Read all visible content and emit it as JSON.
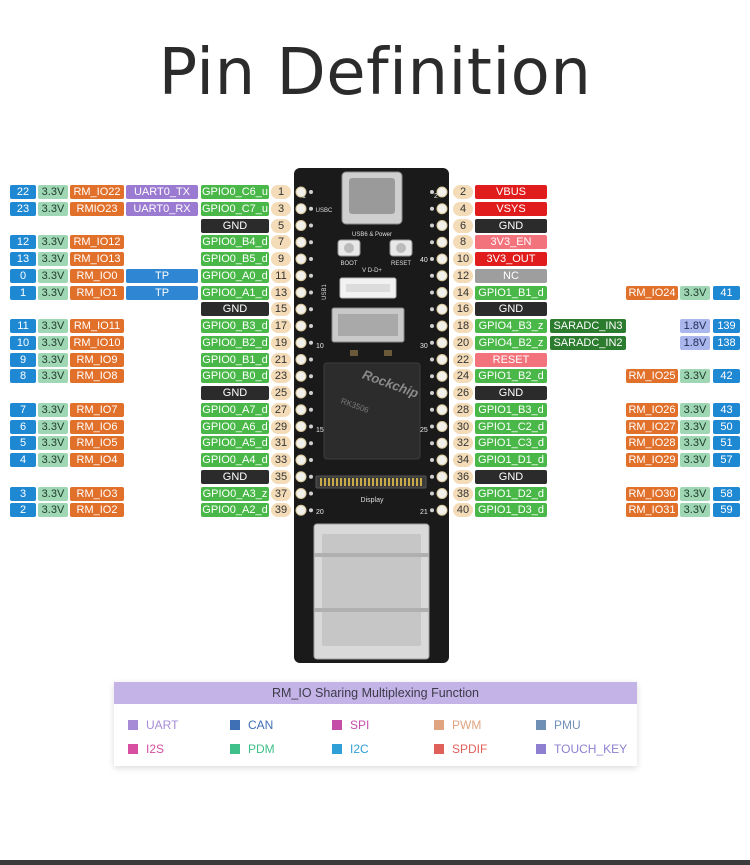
{
  "page": {
    "title": "Pin Definition"
  },
  "board": {
    "usb_label": "USB6 & Power",
    "usb1": "USB1",
    "usbc": "USBC",
    "boot": "BOOT",
    "reset": "RESET",
    "vdd": "V D-D+",
    "chip_brand": "Rockchip",
    "chip_model": "RK3506",
    "display": "Display",
    "edge_labels": [
      "1",
      "2",
      "10",
      "15",
      "20",
      "21",
      "40",
      "30",
      "25"
    ]
  },
  "colors": {
    "num": "#1f88d3",
    "v33": "#9fd7b4",
    "rm": "#e1702a",
    "uart": "#9b7bd1",
    "gpio": "#49b848",
    "gnd": "#2b2b2b",
    "vbus": "#e01c1c",
    "adc": "#2b7c2e"
  },
  "left_pins": [
    {
      "pin": "1",
      "gpio": "GPIO0_C6_u",
      "func": "UART0_TX",
      "rm": "RM_IO22",
      "v": "3.3V",
      "num": "22"
    },
    {
      "pin": "3",
      "gpio": "GPIO0_C7_u",
      "func": "UART0_RX",
      "rm": "RMIO23",
      "v": "3.3V",
      "num": "23"
    },
    {
      "pin": "5",
      "gpio": "GND"
    },
    {
      "pin": "7",
      "gpio": "GPIO0_B4_d",
      "rm": "RM_IO12",
      "v": "3.3V",
      "num": "12"
    },
    {
      "pin": "9",
      "gpio": "GPIO0_B5_d",
      "rm": "RM_IO13",
      "v": "3.3V",
      "num": "13"
    },
    {
      "pin": "11",
      "gpio": "GPIO0_A0_d",
      "func": "TP",
      "rm": "RM_IO0",
      "v": "3.3V",
      "num": "0"
    },
    {
      "pin": "13",
      "gpio": "GPIO0_A1_d",
      "func": "TP",
      "rm": "RM_IO1",
      "v": "3.3V",
      "num": "1"
    },
    {
      "pin": "15",
      "gpio": "GND"
    },
    {
      "pin": "17",
      "gpio": "GPIO0_B3_d",
      "rm": "RM_IO11",
      "v": "3.3V",
      "num": "11"
    },
    {
      "pin": "19",
      "gpio": "GPIO0_B2_d",
      "rm": "RM_IO10",
      "v": "3.3V",
      "num": "10"
    },
    {
      "pin": "21",
      "gpio": "GPIO0_B1_d",
      "rm": "RM_IO9",
      "v": "3.3V",
      "num": "9"
    },
    {
      "pin": "23",
      "gpio": "GPIO0_B0_d",
      "rm": "RM_IO8",
      "v": "3.3V",
      "num": "8"
    },
    {
      "pin": "25",
      "gpio": "GND"
    },
    {
      "pin": "27",
      "gpio": "GPIO0_A7_d",
      "rm": "RM_IO7",
      "v": "3.3V",
      "num": "7"
    },
    {
      "pin": "29",
      "gpio": "GPIO0_A6_d",
      "rm": "RM_IO6",
      "v": "3.3V",
      "num": "6"
    },
    {
      "pin": "31",
      "gpio": "GPIO0_A5_d",
      "rm": "RM_IO5",
      "v": "3.3V",
      "num": "5"
    },
    {
      "pin": "33",
      "gpio": "GPIO0_A4_d",
      "rm": "RM_IO4",
      "v": "3.3V",
      "num": "4"
    },
    {
      "pin": "35",
      "gpio": "GND"
    },
    {
      "pin": "37",
      "gpio": "GPIO0_A3_z",
      "rm": "RM_IO3",
      "v": "3.3V",
      "num": "3"
    },
    {
      "pin": "39",
      "gpio": "GPIO0_A2_d",
      "rm": "RM_IO2",
      "v": "3.3V",
      "num": "2"
    }
  ],
  "right_pins": [
    {
      "pin": "2",
      "name": "VBUS",
      "kind": "vbus"
    },
    {
      "pin": "4",
      "name": "VSYS",
      "kind": "vbus"
    },
    {
      "pin": "6",
      "name": "GND",
      "kind": "gnd"
    },
    {
      "pin": "8",
      "name": "3V3_EN",
      "kind": "v3en"
    },
    {
      "pin": "10",
      "name": "3V3_OUT",
      "kind": "vbus"
    },
    {
      "pin": "12",
      "name": "NC",
      "kind": "nc"
    },
    {
      "pin": "14",
      "name": "GPIO1_B1_d",
      "kind": "gpio",
      "rm": "RM_IO24",
      "v": "3.3V",
      "num": "41"
    },
    {
      "pin": "16",
      "name": "GND",
      "kind": "gnd"
    },
    {
      "pin": "18",
      "name": "GPIO4_B3_z",
      "kind": "gpio",
      "func": "SARADC_IN3",
      "v": "1.8V",
      "num": "139"
    },
    {
      "pin": "20",
      "name": "GPIO4_B2_z",
      "kind": "gpio",
      "func": "SARADC_IN2",
      "v": "1.8V",
      "num": "138"
    },
    {
      "pin": "22",
      "name": "RESET",
      "kind": "v3en"
    },
    {
      "pin": "24",
      "name": "GPIO1_B2_d",
      "kind": "gpio",
      "rm": "RM_IO25",
      "v": "3.3V",
      "num": "42"
    },
    {
      "pin": "26",
      "name": "GND",
      "kind": "gnd"
    },
    {
      "pin": "28",
      "name": "GPIO1_B3_d",
      "kind": "gpio",
      "rm": "RM_IO26",
      "v": "3.3V",
      "num": "43"
    },
    {
      "pin": "30",
      "name": "GPIO1_C2_d",
      "kind": "gpio",
      "rm": "RM_IO27",
      "v": "3.3V",
      "num": "50"
    },
    {
      "pin": "32",
      "name": "GPIO1_C3_d",
      "kind": "gpio",
      "rm": "RM_IO28",
      "v": "3.3V",
      "num": "51"
    },
    {
      "pin": "34",
      "name": "GPIO1_D1_d",
      "kind": "gpio",
      "rm": "RM_IO29",
      "v": "3.3V",
      "num": "57"
    },
    {
      "pin": "36",
      "name": "GND",
      "kind": "gnd"
    },
    {
      "pin": "38",
      "name": "GPIO1_D2_d",
      "kind": "gpio",
      "rm": "RM_IO30",
      "v": "3.3V",
      "num": "58"
    },
    {
      "pin": "40",
      "name": "GPIO1_D3_d",
      "kind": "gpio",
      "rm": "RM_IO31",
      "v": "3.3V",
      "num": "59"
    }
  ],
  "legend": {
    "title": "RM_IO Sharing Multiplexing Function",
    "items": [
      {
        "label": "UART",
        "color": "#a78bd6"
      },
      {
        "label": "CAN",
        "color": "#3f6fb5"
      },
      {
        "label": "SPI",
        "color": "#c54ea8"
      },
      {
        "label": "PWM",
        "color": "#e0a480"
      },
      {
        "label": "PMU",
        "color": "#6f8fb5"
      },
      {
        "label": "I2S",
        "color": "#d84ea0"
      },
      {
        "label": "PDM",
        "color": "#3fbf8a"
      },
      {
        "label": "I2C",
        "color": "#2f9fd8"
      },
      {
        "label": "SPDIF",
        "color": "#e0605a"
      },
      {
        "label": "TOUCH_KEY",
        "color": "#8f7fd0"
      }
    ]
  }
}
